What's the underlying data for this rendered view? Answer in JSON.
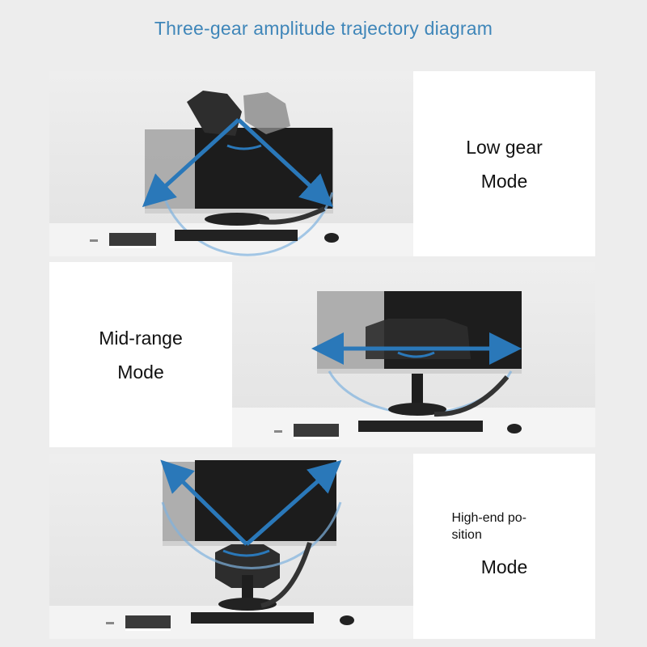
{
  "header": {
    "title": "Three-gear amplitude trajectory diagram"
  },
  "panels": [
    {
      "heading": "Low gear",
      "mode": "Mode"
    },
    {
      "heading": "Mid-range",
      "mode": "Mode"
    },
    {
      "heading_line1": "High-end po-",
      "heading_line2": "sition",
      "mode": "Mode"
    }
  ],
  "colors": {
    "title": "#3f86b9",
    "arrow": "#2a78b9",
    "arc": "#7fb2de"
  }
}
